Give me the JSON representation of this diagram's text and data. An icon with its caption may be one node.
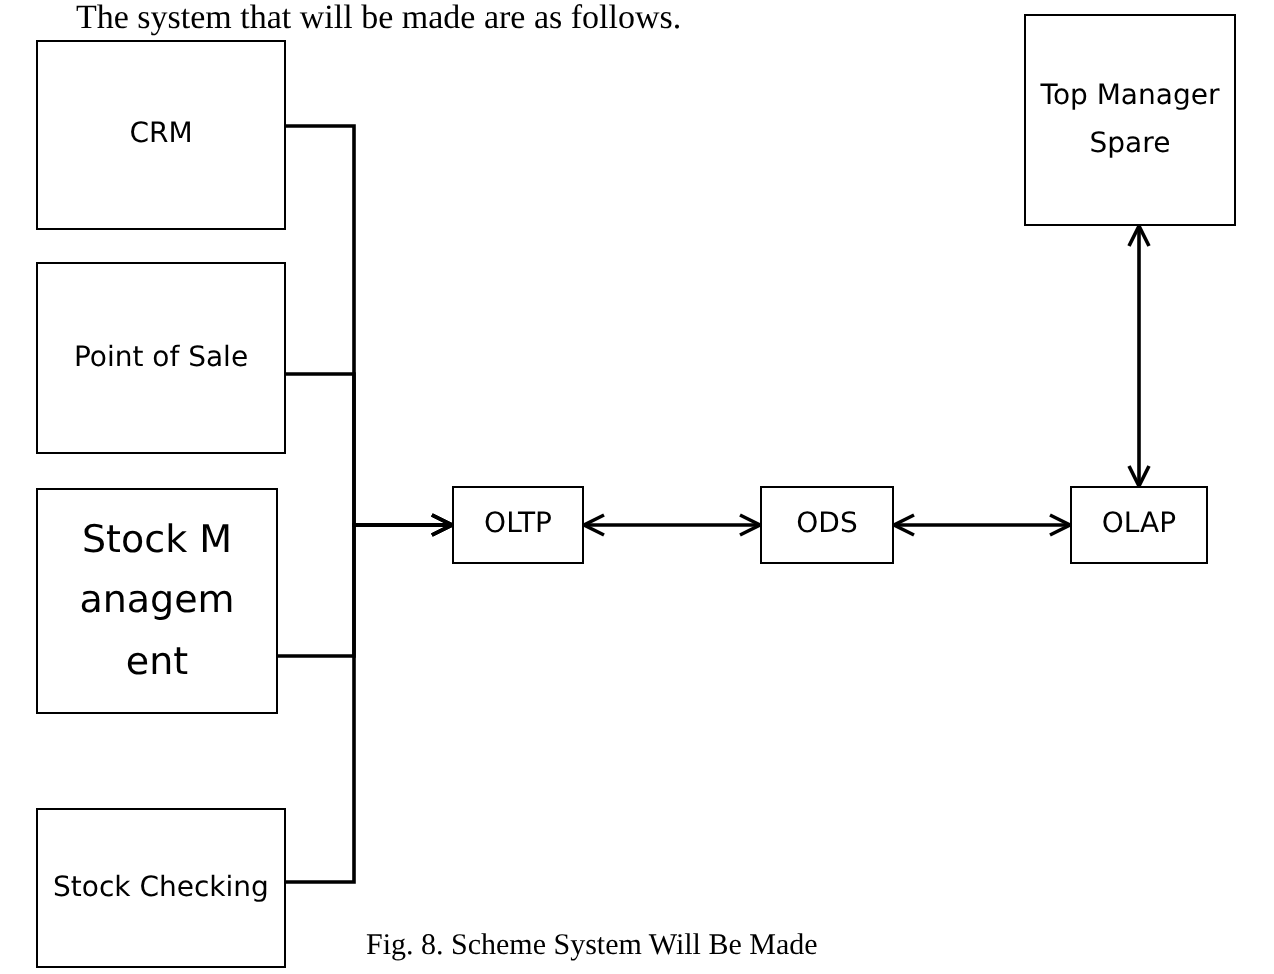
{
  "diagram": {
    "caption": "Fig. 8. Scheme System Will Be Made",
    "nodes": [
      {
        "text": [
          "CRM"
        ]
      },
      {
        "text": [
          "Point of Sale"
        ]
      },
      {
        "text": [
          "Stock Management"
        ]
      },
      {
        "text": [
          "Stock Checking"
        ]
      },
      {
        "text": [
          "OLTP"
        ]
      },
      {
        "text": [
          "ODS"
        ]
      },
      {
        "text": [
          "OLAP"
        ]
      },
      {
        "text": [
          "Top Manager Spare"
        ]
      }
    ],
    "edges": [
      {
        "from": 0,
        "to": 4,
        "arrow": "to"
      },
      {
        "from": 1,
        "to": 4,
        "arrow": "to"
      },
      {
        "from": 2,
        "to": 4,
        "arrow": "to"
      },
      {
        "from": 3,
        "to": 4,
        "arrow": "to"
      },
      {
        "from": 4,
        "to": 5,
        "arrow": "both"
      },
      {
        "from": 5,
        "to": 6,
        "arrow": "both"
      },
      {
        "from": 6,
        "to": 7,
        "arrow": "both"
      }
    ],
    "labels": [
      "The system that will be made are as follows."
    ]
  }
}
